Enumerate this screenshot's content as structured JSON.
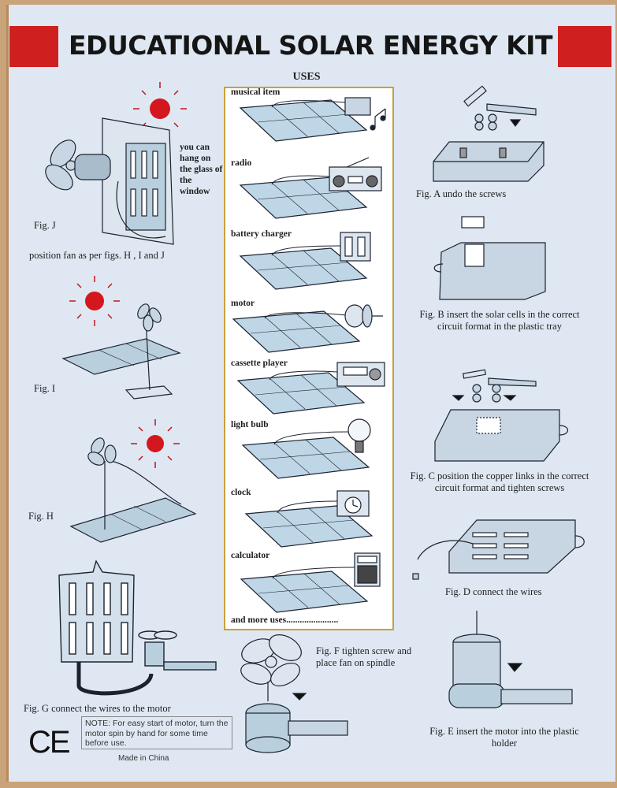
{
  "header": {
    "title": "EDUCATIONAL SOLAR ENERGY KIT",
    "brand_color": "#cf1f1f"
  },
  "uses": {
    "title": "USES",
    "items": [
      "musical item",
      "radio",
      "battery charger",
      "motor",
      "cassette player",
      "light bulb",
      "clock",
      "calculator"
    ],
    "more": "and more uses......................."
  },
  "figures": {
    "j": {
      "label": "Fig. J",
      "hang_text": "you can hang on the glass of the window",
      "caption": "position fan as per figs. H , I and J"
    },
    "i": {
      "label": "Fig. I"
    },
    "h": {
      "label": "Fig. H"
    },
    "g": {
      "caption": "Fig. G  connect the wires to the motor"
    },
    "f": {
      "caption": "Fig. F tighten screw and place fan on spindle"
    },
    "a": {
      "caption": "Fig. A  undo the screws"
    },
    "b": {
      "caption": "Fig. B  insert the solar cells in the correct circuit format in the plastic tray"
    },
    "c": {
      "caption": "Fig. C  position the copper links in the correct circuit format and  tighten screws"
    },
    "d": {
      "caption": "Fig. D  connect the wires"
    },
    "e": {
      "caption": "Fig. E  insert the motor into the plastic holder"
    }
  },
  "note": "NOTE: For easy start of motor, turn the motor spin by hand for some time before use.",
  "made_in": "Made in China",
  "ce_mark": "CE",
  "icons": [
    "sun-icon",
    "fan-icon",
    "solar-panel-icon",
    "radio-icon",
    "battery-icon",
    "motor-icon",
    "cassette-icon",
    "bulb-icon",
    "clock-icon",
    "calculator-icon",
    "music-note-icon"
  ]
}
